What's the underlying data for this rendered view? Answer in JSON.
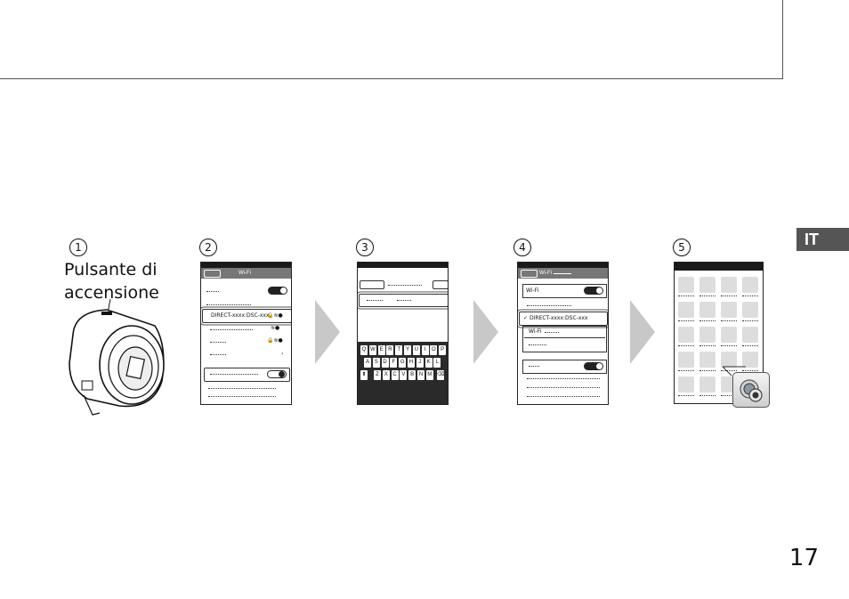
{
  "page_number": "17",
  "language_tab": "IT",
  "step1": {
    "number": "1",
    "caption_line1": "Pulsante di",
    "caption_line2": "accensione"
  },
  "step2": {
    "number": "2",
    "title": "Wi-Fi",
    "network_ssid": "DIRECT-xxxx:DSC-xxx"
  },
  "step3": {
    "number": "3",
    "keyboard_rows": [
      [
        "Q",
        "W",
        "E",
        "R",
        "T",
        "Y",
        "U",
        "I",
        "O",
        "P"
      ],
      [
        "A",
        "S",
        "D",
        "F",
        "G",
        "H",
        "J",
        "K",
        "L"
      ],
      [
        "Z",
        "X",
        "C",
        "V",
        "B",
        "N",
        "M"
      ]
    ]
  },
  "step4": {
    "number": "4",
    "title": "Wi-Fi",
    "wifi_label": "Wi-Fi",
    "connected_ssid": "DIRECT-xxxx:DSC-xxx",
    "wifi_sub": "Wi-Fi"
  },
  "step5": {
    "number": "5"
  }
}
